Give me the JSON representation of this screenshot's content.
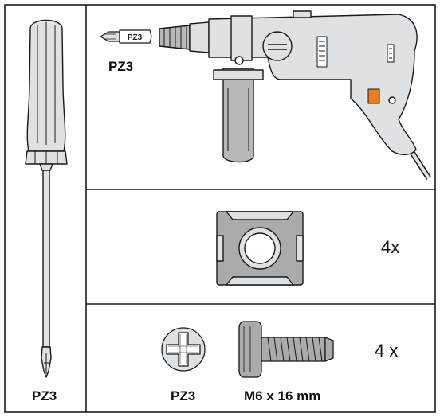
{
  "screwdriver": {
    "label": "PZ3"
  },
  "drill": {
    "bit_label": "PZ3",
    "bit_marking": "PZ3"
  },
  "cage_nut": {
    "quantity": "4x"
  },
  "screw": {
    "head_label": "PZ3",
    "size_label": "M6 x 16 mm",
    "quantity": "4 x"
  },
  "colors": {
    "tool_gray": "#dfe2e4",
    "handle_gray": "#b6b8b9",
    "nut_gray": "#a9abad",
    "trigger": "#ee7d1c",
    "outline": "#1a1a1a"
  }
}
